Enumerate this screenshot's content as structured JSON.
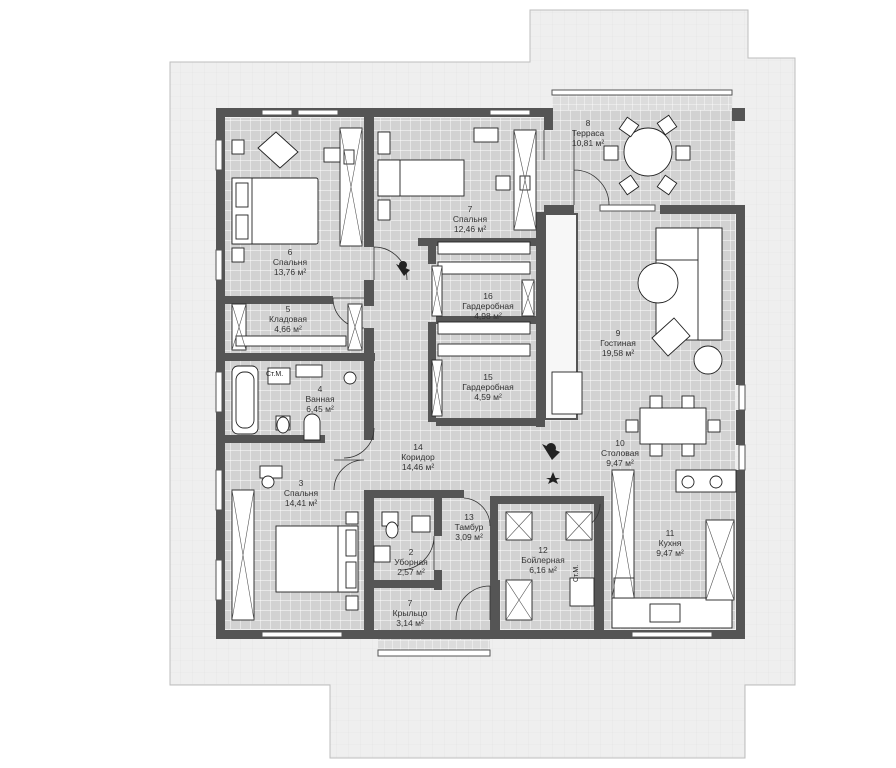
{
  "plan": {
    "rooms": [
      {
        "id": "porch",
        "number": "7",
        "name": "Крыльцо",
        "area": "3,14 м²"
      },
      {
        "id": "wc",
        "number": "2",
        "name": "Уборная",
        "area": "2,57 м²"
      },
      {
        "id": "bed3",
        "number": "3",
        "name": "Спальня",
        "area": "14,41 м²"
      },
      {
        "id": "bath",
        "number": "4",
        "name": "Ванная",
        "area": "6,45 м²"
      },
      {
        "id": "pantry",
        "number": "5",
        "name": "Кладовая",
        "area": "4,66 м²"
      },
      {
        "id": "bed6",
        "number": "6",
        "name": "Спальня",
        "area": "13,76 м²"
      },
      {
        "id": "bed7",
        "number": "7",
        "name": "Спальня",
        "area": "12,46 м²"
      },
      {
        "id": "terrace",
        "number": "8",
        "name": "Терраса",
        "area": "10,81 м²"
      },
      {
        "id": "living",
        "number": "9",
        "name": "Гостиная",
        "area": "19,58 м²"
      },
      {
        "id": "dining",
        "number": "10",
        "name": "Столовая",
        "area": "9,47 м²"
      },
      {
        "id": "kitchen",
        "number": "11",
        "name": "Кухня",
        "area": "9,47 м²"
      },
      {
        "id": "boiler",
        "number": "12",
        "name": "Бойлерная",
        "area": "6,16 м²"
      },
      {
        "id": "vestibule",
        "number": "13",
        "name": "Тамбур",
        "area": "3,09 м²"
      },
      {
        "id": "corridor",
        "number": "14",
        "name": "Коридор",
        "area": "14,46 м²"
      },
      {
        "id": "wardrobe15",
        "number": "15",
        "name": "Гардеробная",
        "area": "4,59 м²"
      },
      {
        "id": "wardrobe16",
        "number": "16",
        "name": "Гардеробная",
        "area": "4,98 м²"
      }
    ],
    "fixture_labels": {
      "washer_bath": "Ст.М.",
      "washer_boiler": "Ст.М."
    },
    "colors": {
      "wall": "#555555",
      "floor": "#d2d2d2",
      "paving": "#eeeeee",
      "grid": "#ffffff",
      "furniture": "#ffffff",
      "outline": "#222222"
    }
  }
}
